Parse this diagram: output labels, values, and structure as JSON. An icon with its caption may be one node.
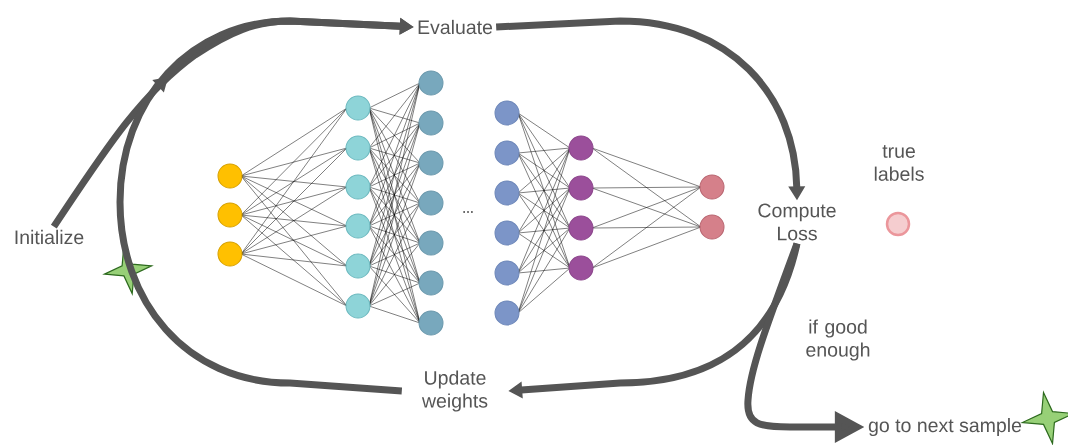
{
  "diagram": {
    "nodes": [
      {
        "text": [
          "Initialize"
        ]
      },
      {
        "text": [
          "Evaluate"
        ]
      },
      {
        "text": [
          "Compute Loss"
        ]
      },
      {
        "text": [
          "Update weights"
        ]
      },
      {
        "text": [
          "go to next sample"
        ]
      }
    ],
    "edges": [
      {
        "from": 0,
        "to": 1,
        "arrow": "to"
      },
      {
        "from": 1,
        "to": 2,
        "arrow": "to"
      },
      {
        "from": 2,
        "to": 3,
        "arrow": "to"
      },
      {
        "from": 3,
        "to": 1,
        "arrow": "to"
      },
      {
        "from": 2,
        "to": 4,
        "arrow": "to",
        "label": "if good enough"
      }
    ],
    "labels": [
      "...",
      "true labels"
    ]
  }
}
